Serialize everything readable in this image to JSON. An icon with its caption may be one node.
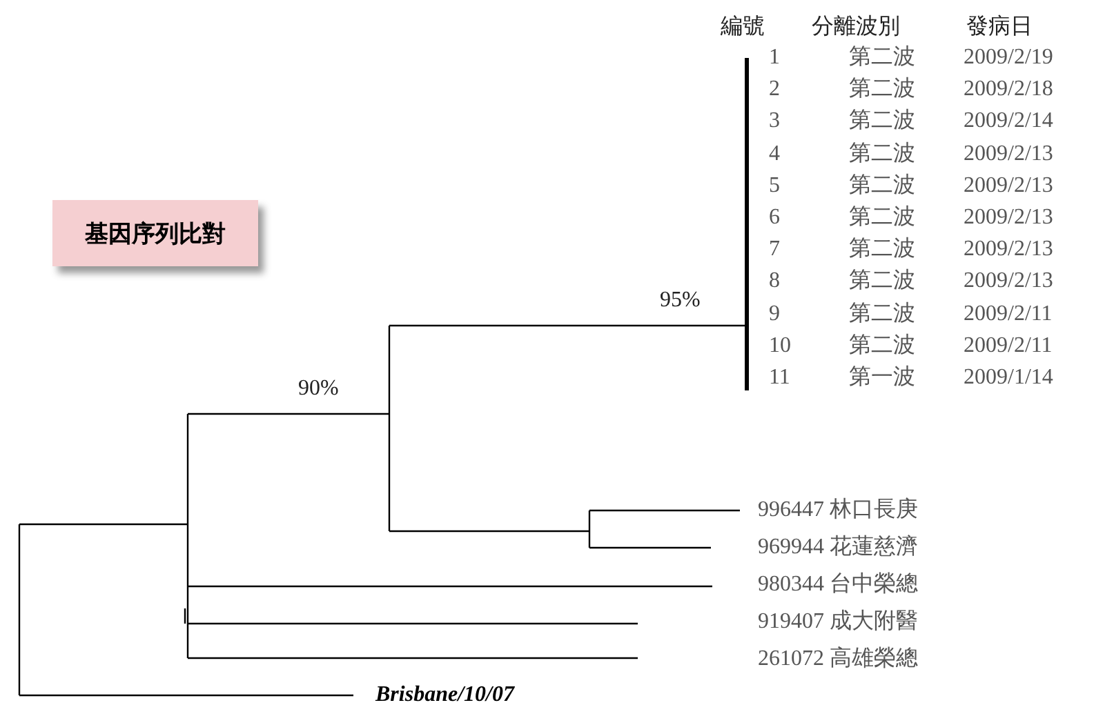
{
  "diagram": {
    "nodes": [
      {
        "text": [
          "基因序列比對"
        ]
      }
    ],
    "labels": [
      "編號",
      "分離波別",
      "發病日",
      "1",
      "第二波",
      "2009/2/19",
      "2",
      "第二波",
      "2009/2/18",
      "3",
      "第二波",
      "2009/2/14",
      "4",
      "第二波",
      "2009/2/13",
      "5",
      "第二波",
      "2009/2/13",
      "6",
      "第二波",
      "2009/2/13",
      "7",
      "第二波",
      "2009/2/13",
      "8",
      "第二波",
      "2009/2/13",
      "9",
      "第二波",
      "2009/2/11",
      "10",
      "第二波",
      "2009/2/11",
      "11",
      "第一波",
      "2009/1/14",
      "95%",
      "90%",
      "996447 林口長庚",
      "969944 花蓮慈濟",
      "980344 台中榮總",
      "919407 成大附醫",
      "261072 高雄榮總",
      "Brisbane/10/07"
    ]
  }
}
